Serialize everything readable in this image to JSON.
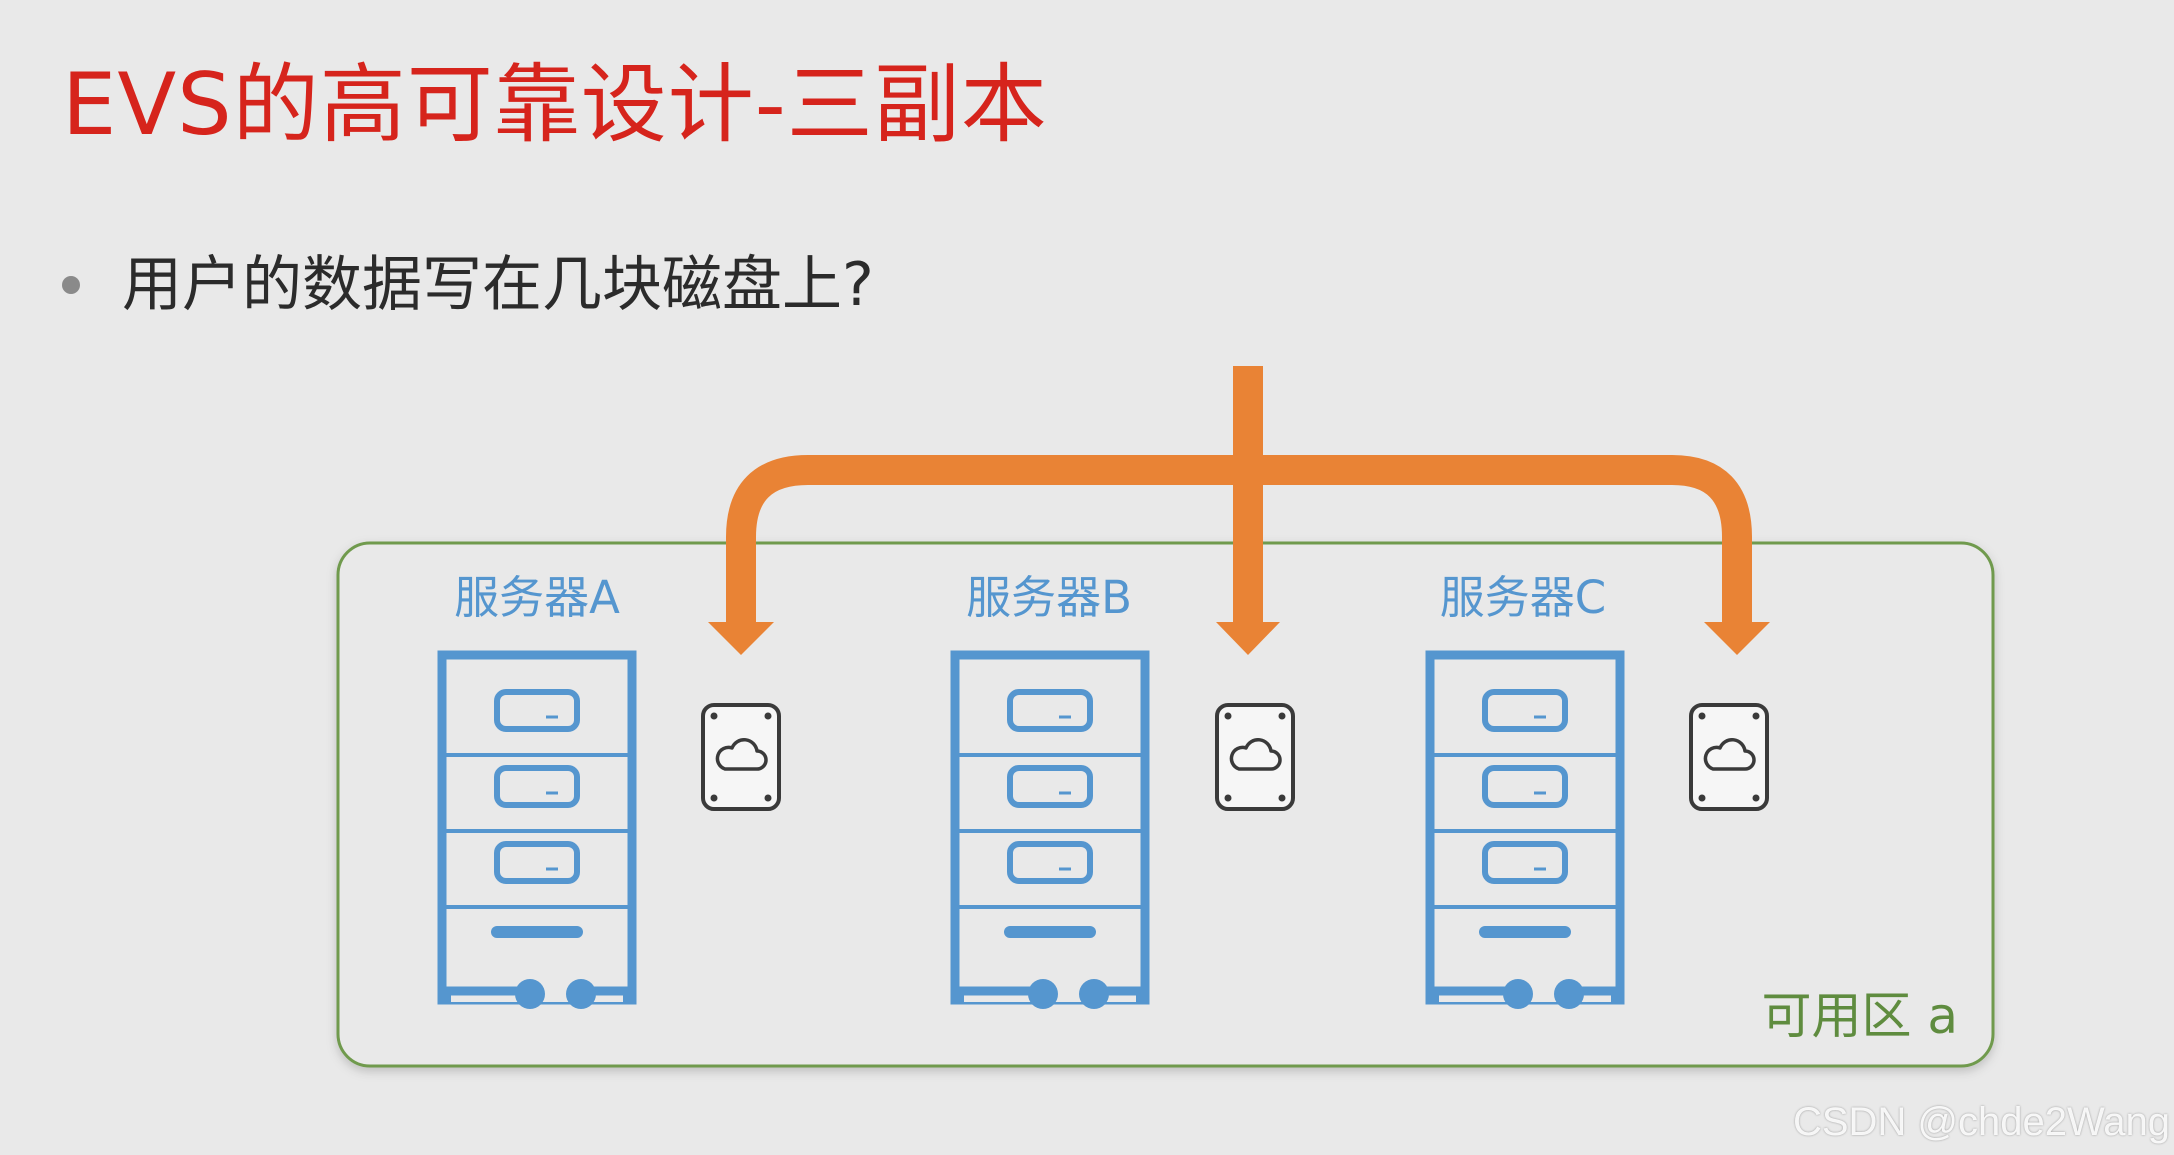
{
  "slide": {
    "title": "EVS的高可靠设计-三副本",
    "bullet": "用户的数据写在几块磁盘上?"
  },
  "diagram": {
    "zone_label": "可用区 a",
    "servers": [
      {
        "label": "服务器A"
      },
      {
        "label": "服务器B"
      },
      {
        "label": "服务器C"
      }
    ],
    "icons": {
      "server": "server-rack-icon",
      "disk": "cloud-disk-icon",
      "arrow": "replication-arrow"
    },
    "colors": {
      "title": "#d6241c",
      "server": "#5596cf",
      "arrow": "#e98335",
      "zone_border": "#6f9a4e",
      "zone_label": "#5f8c3f",
      "disk": "#3a3a3a"
    }
  },
  "watermark": "CSDN @chde2Wang"
}
